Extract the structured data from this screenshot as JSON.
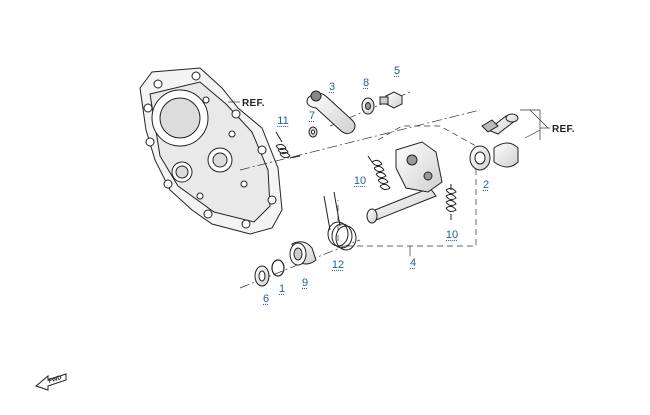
{
  "diagram": {
    "reference_labels": [
      "REF.",
      "REF."
    ],
    "direction_label": "FWD",
    "callouts": [
      {
        "id": "c1",
        "text": "1"
      },
      {
        "id": "c2",
        "text": "2"
      },
      {
        "id": "c3",
        "text": "3"
      },
      {
        "id": "c4",
        "text": "4"
      },
      {
        "id": "c5",
        "text": "5"
      },
      {
        "id": "c6",
        "text": "6"
      },
      {
        "id": "c7",
        "text": "7"
      },
      {
        "id": "c8",
        "text": "8"
      },
      {
        "id": "c9",
        "text": "9"
      },
      {
        "id": "c10a",
        "text": "10"
      },
      {
        "id": "c10b",
        "text": "10"
      },
      {
        "id": "c11",
        "text": "11"
      },
      {
        "id": "c12",
        "text": "12"
      }
    ]
  }
}
